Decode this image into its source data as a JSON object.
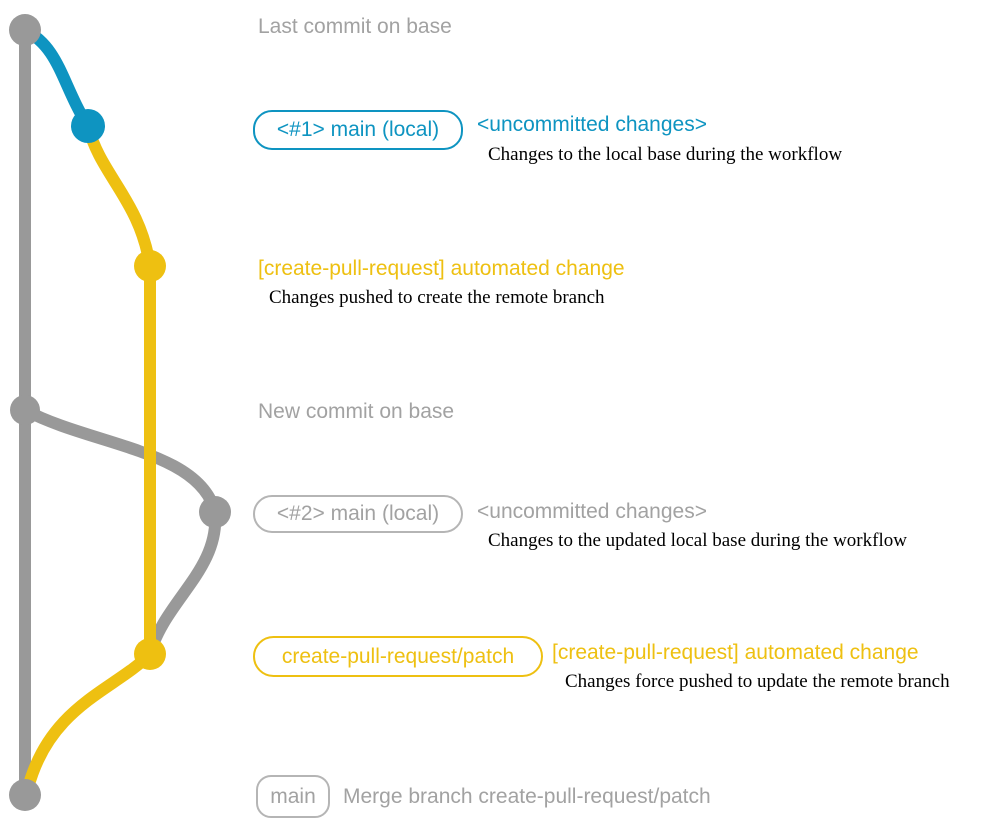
{
  "colors": {
    "gray_line": "#999999",
    "gray_text": "#a2a2a2",
    "gray_border": "#b5b5b5",
    "blue": "#0e94c1",
    "yellow": "#eec011",
    "annotation_text": "#000000"
  },
  "milestones": {
    "last_commit_on_base": "Last commit on base",
    "new_commit_on_base": "New commit on base"
  },
  "events": [
    {
      "badge": "<#1> main (local)",
      "title": "<uncommitted changes>",
      "description": "Changes to the local base during the workflow"
    },
    {
      "title": "[create-pull-request] automated change",
      "description": "Changes pushed to create the remote branch"
    },
    {
      "badge": "<#2> main (local)",
      "title": "<uncommitted changes>",
      "description": "Changes to the updated local base during the workflow"
    },
    {
      "badge": "create-pull-request/patch",
      "title": "[create-pull-request] automated change",
      "description": "Changes force pushed to update the remote branch"
    },
    {
      "badge": "main",
      "title": "Merge branch create-pull-request/patch"
    }
  ]
}
